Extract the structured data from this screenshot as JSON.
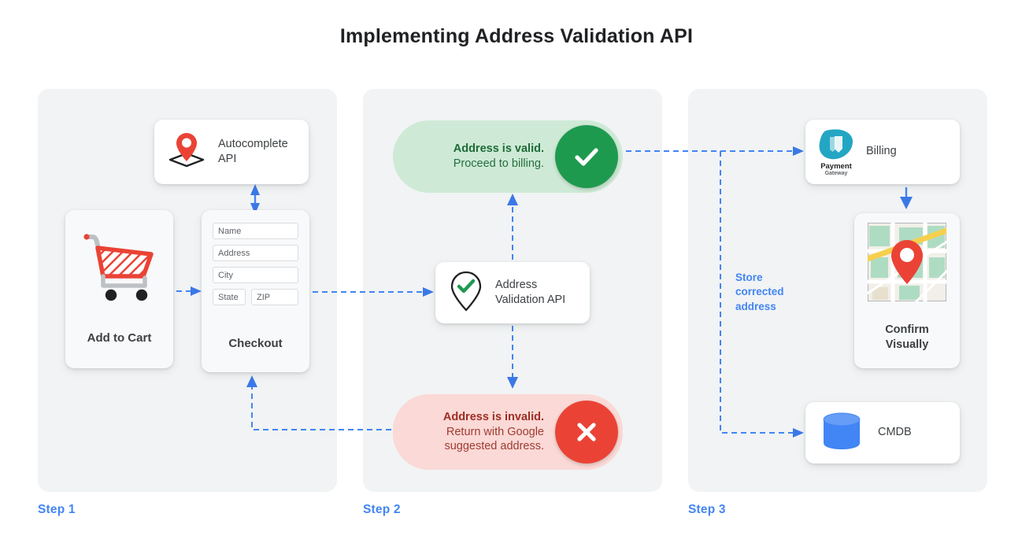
{
  "page": {
    "title": "Implementing Address Validation API",
    "accent_blue": "#4285f4",
    "panel_bg": "#f1f3f4",
    "green": "#1e9a4f",
    "green_pill_bg": "#ceead6",
    "red": "#ea4335",
    "red_pill_bg": "#fad9d6"
  },
  "steps": [
    {
      "label": "Step 1"
    },
    {
      "label": "Step 2"
    },
    {
      "label": "Step 3"
    }
  ],
  "step1": {
    "autocomplete_card": {
      "title": "Autocomplete\nAPI",
      "icon": "map-pin-diamond-icon"
    },
    "cart_card": {
      "label": "Add to Cart",
      "icon": "shopping-cart-icon"
    },
    "checkout_card": {
      "label": "Checkout",
      "fields": [
        {
          "name": "name-field",
          "placeholder": "Name"
        },
        {
          "name": "address-field",
          "placeholder": "Address"
        },
        {
          "name": "city-field",
          "placeholder": "City"
        }
      ],
      "field_row": [
        {
          "name": "state-field",
          "placeholder": "State"
        },
        {
          "name": "zip-field",
          "placeholder": "ZIP"
        }
      ]
    }
  },
  "step2": {
    "valid_banner": {
      "line1": "Address is valid.",
      "line2": "Proceed to billing.",
      "badge_icon": "check-icon"
    },
    "invalid_banner": {
      "line1": "Address is invalid.",
      "line2": "Return with Google\nsuggested address.",
      "badge_icon": "close-x-icon"
    },
    "validation_card": {
      "title": "Address\nValidation API",
      "icon": "map-pin-check-icon"
    }
  },
  "step3": {
    "billing_card": {
      "label": "Billing",
      "logo_line1": "Payment",
      "logo_line2": "Gateway",
      "icon": "payment-gateway-icon"
    },
    "map_card": {
      "label": "Confirm\nVisually",
      "icon": "map-thumbnail-icon"
    },
    "cmdb_card": {
      "label": "CMDB",
      "icon": "database-cylinder-icon"
    },
    "store_note": "Store\ncorrected\naddress"
  }
}
